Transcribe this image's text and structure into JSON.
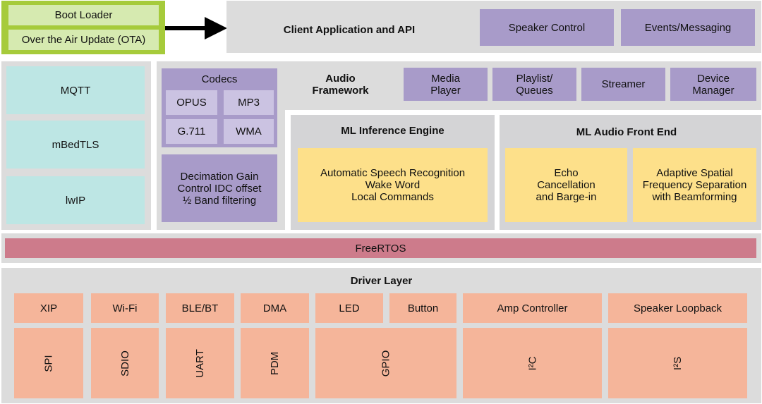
{
  "bootloader": {
    "boot_loader": "Boot Loader",
    "ota": "Over the Air Update (OTA)"
  },
  "client": {
    "title": "Client Application and API",
    "speaker_control": "Speaker Control",
    "events": "Events/Messaging"
  },
  "network": {
    "mqtt": "MQTT",
    "mbedtls": "mBedTLS",
    "lwip": "lwIP"
  },
  "codecs": {
    "title": "Codecs",
    "opus": "OPUS",
    "mp3": "MP3",
    "g711": "G.711",
    "wma": "WMA",
    "decimation": "Decimation Gain\nControl IDC offset\n½ Band filtering"
  },
  "audio_framework": {
    "title": "Audio\nFramework",
    "media_player": "Media\nPlayer",
    "playlist": "Playlist/\nQueues",
    "streamer": "Streamer",
    "device_manager": "Device\nManager"
  },
  "ml_inference": {
    "title": "ML Inference Engine",
    "content": "Automatic Speech Recognition\nWake Word\nLocal Commands"
  },
  "ml_audio": {
    "title": "ML Audio Front End",
    "echo": "Echo\nCancellation\nand Barge-in",
    "spatial": "Adaptive Spatial\nFrequency Separation\nwith Beamforming"
  },
  "freertos": "FreeRTOS",
  "driver": {
    "title": "Driver Layer",
    "top": [
      "XIP",
      "Wi-Fi",
      "BLE/BT",
      "DMA",
      "LED",
      "Button",
      "Amp Controller",
      "Speaker Loopback"
    ],
    "bottom": [
      "SPI",
      "SDIO",
      "UART",
      "PDM",
      "GPIO",
      "I²C",
      "I²S"
    ]
  }
}
